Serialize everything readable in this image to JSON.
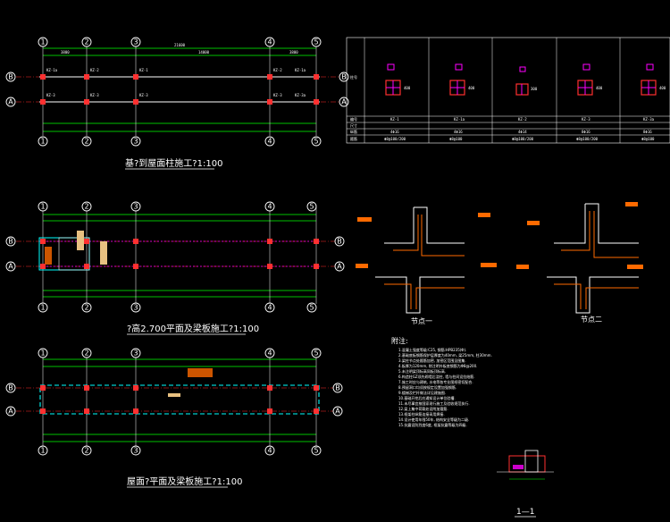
{
  "plans": {
    "plan1": {
      "title": "基?到屋面柱施工?1:100",
      "axes_num": [
        "1",
        "2",
        "3",
        "4",
        "5"
      ],
      "axes_let": [
        "B",
        "A"
      ],
      "dims_top": [
        "3800",
        "14000",
        "3800"
      ],
      "total": "21600"
    },
    "plan2": {
      "title": "?高2.700平面及梁板施工?1:100",
      "axes_num": [
        "1",
        "2",
        "3",
        "4",
        "5"
      ],
      "axes_let": [
        "B",
        "A"
      ]
    },
    "plan3": {
      "title": "屋面?平面及梁板施工?1:100",
      "axes_num": [
        "1",
        "2",
        "3",
        "4",
        "5"
      ],
      "axes_let": [
        "B",
        "A"
      ]
    }
  },
  "table": {
    "row_labels": [
      "柱号",
      "",
      "编号",
      "尺寸",
      "纵筋",
      "箍筋"
    ],
    "columns": [
      {
        "code": "KZ-1",
        "size": "400",
        "bars": "4Φ16",
        "stirrup": "Φ8@100/200"
      },
      {
        "code": "KZ-1a",
        "size": "400",
        "bars": "4Φ16",
        "stirrup": "Φ8@100"
      },
      {
        "code": "KZ-2",
        "size": "300",
        "bars": "4Φ14",
        "stirrup": "Φ8@100/200"
      },
      {
        "code": "KZ-3",
        "size": "400",
        "bars": "8Φ16",
        "stirrup": "Φ8@100/200"
      },
      {
        "code": "KZ-3a",
        "size": "400",
        "bars": "8Φ16",
        "stirrup": "Φ8@100"
      }
    ]
  },
  "details": {
    "left_label": "节点一",
    "right_label": "节点二"
  },
  "notes": {
    "heading": "附注:",
    "lines": [
      "1.混凝土强度等级:C25, 钢筋:HPB235(Φ).",
      "2.基础底板钢筋保护层厚度为40mm, 梁25mm, 柱30mm.",
      "3.梁柱节点处箍筋加密, 加密区范围见图集.",
      "4.板厚为120mm, 除注明外板底钢筋为Φ8@200.",
      "5.未注明梁顶标高同板顶标高.",
      "6.构造柱GZ须先砌墙后浇柱, 墙与柱间设拉结筋.",
      "7.施工时应与建筑, 水电等各专业图纸密切配合.",
      "8.预留洞口均须按规定设置加强钢筋.",
      "9.楼梯及栏杆做法详见建施图.",
      "10.基础开挖后应通知设计单位验槽.",
      "11.未尽事宜按国家现行施工及验收规范执行.",
      "12.梁上集中荷载处设附加箍筋.",
      "13.框架柱纵筋连接采用焊接.",
      "14.设计使用年限50年, 结构安全等级为二级.",
      "15.抗震设防烈度6度, 框架抗震等级为四级."
    ],
    "section_label": "1—1"
  }
}
